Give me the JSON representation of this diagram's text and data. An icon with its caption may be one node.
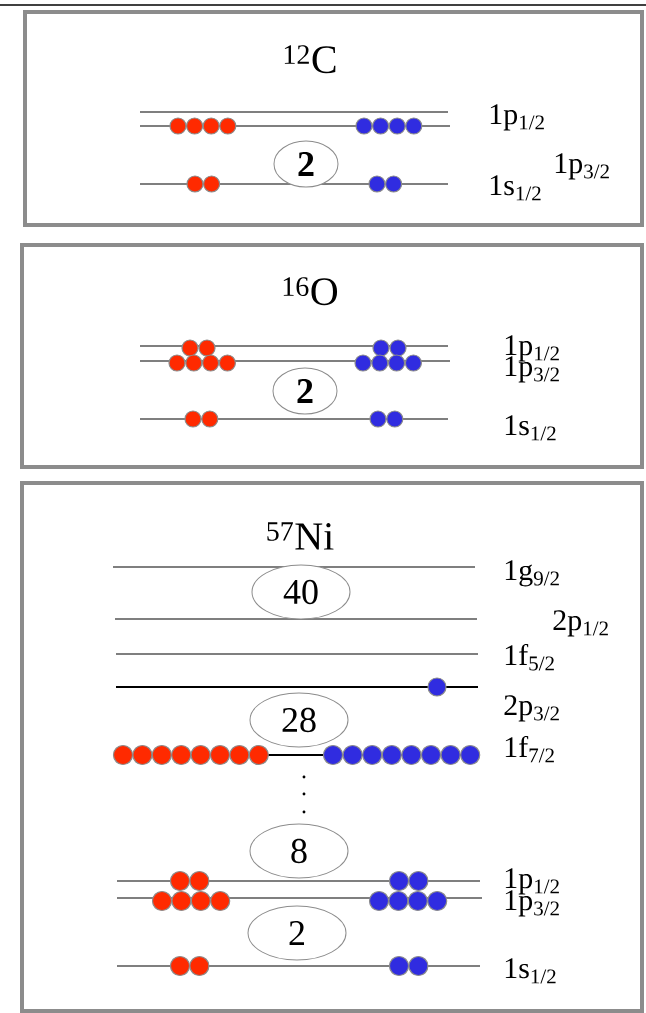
{
  "diagram": {
    "nodes": [
      {
        "text": [
          "$^{12}$C"
        ]
      },
      {
        "text": [
          "2"
        ],
        "in": 0
      },
      {
        "text": [
          "$^{16}$O"
        ]
      },
      {
        "text": [
          "2"
        ],
        "in": 2
      },
      {
        "text": [
          "$^{57}$Ni"
        ]
      },
      {
        "text": [
          "40"
        ],
        "in": 4
      },
      {
        "text": [
          "28"
        ],
        "in": 4
      },
      {
        "text": [
          "8"
        ],
        "in": 4
      },
      {
        "text": [
          "2"
        ],
        "in": 4
      }
    ],
    "labels": [
      "1p$_{1/2}$",
      "1p$_{3/2}$",
      "1s$_{1/2}$",
      "1p$_{1/2}$",
      "1p$_{3/2}$",
      "1s$_{1/2}$",
      "1g$_{9/2}$",
      "2p$_{1/2}$",
      "1f$_{5/2}$",
      "2p$_{3/2}$",
      "1f$_{7/2}$",
      "1p$_{1/2}$",
      "1p$_{3/2}$",
      "1s$_{1/2}$"
    ]
  }
}
